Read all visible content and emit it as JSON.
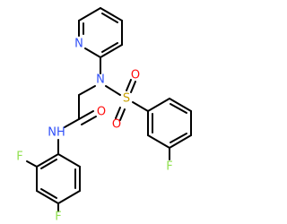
{
  "atoms": {
    "pyridine_n": "N",
    "amine_n": "N",
    "sulfur": "S",
    "sulfonyl_o1": "O",
    "sulfonyl_o2": "O",
    "amide_nh": "NH",
    "carbonyl_o": "O",
    "fluoro_para_sulfonyl": "F",
    "fluoro_ortho": "F",
    "fluoro_para": "F"
  },
  "colors": {
    "carbon_bond": "#000000",
    "nitrogen": "#3050F8",
    "oxygen": "#FF0D0D",
    "sulfur": "#C8A000",
    "fluorine": "#90E050"
  }
}
